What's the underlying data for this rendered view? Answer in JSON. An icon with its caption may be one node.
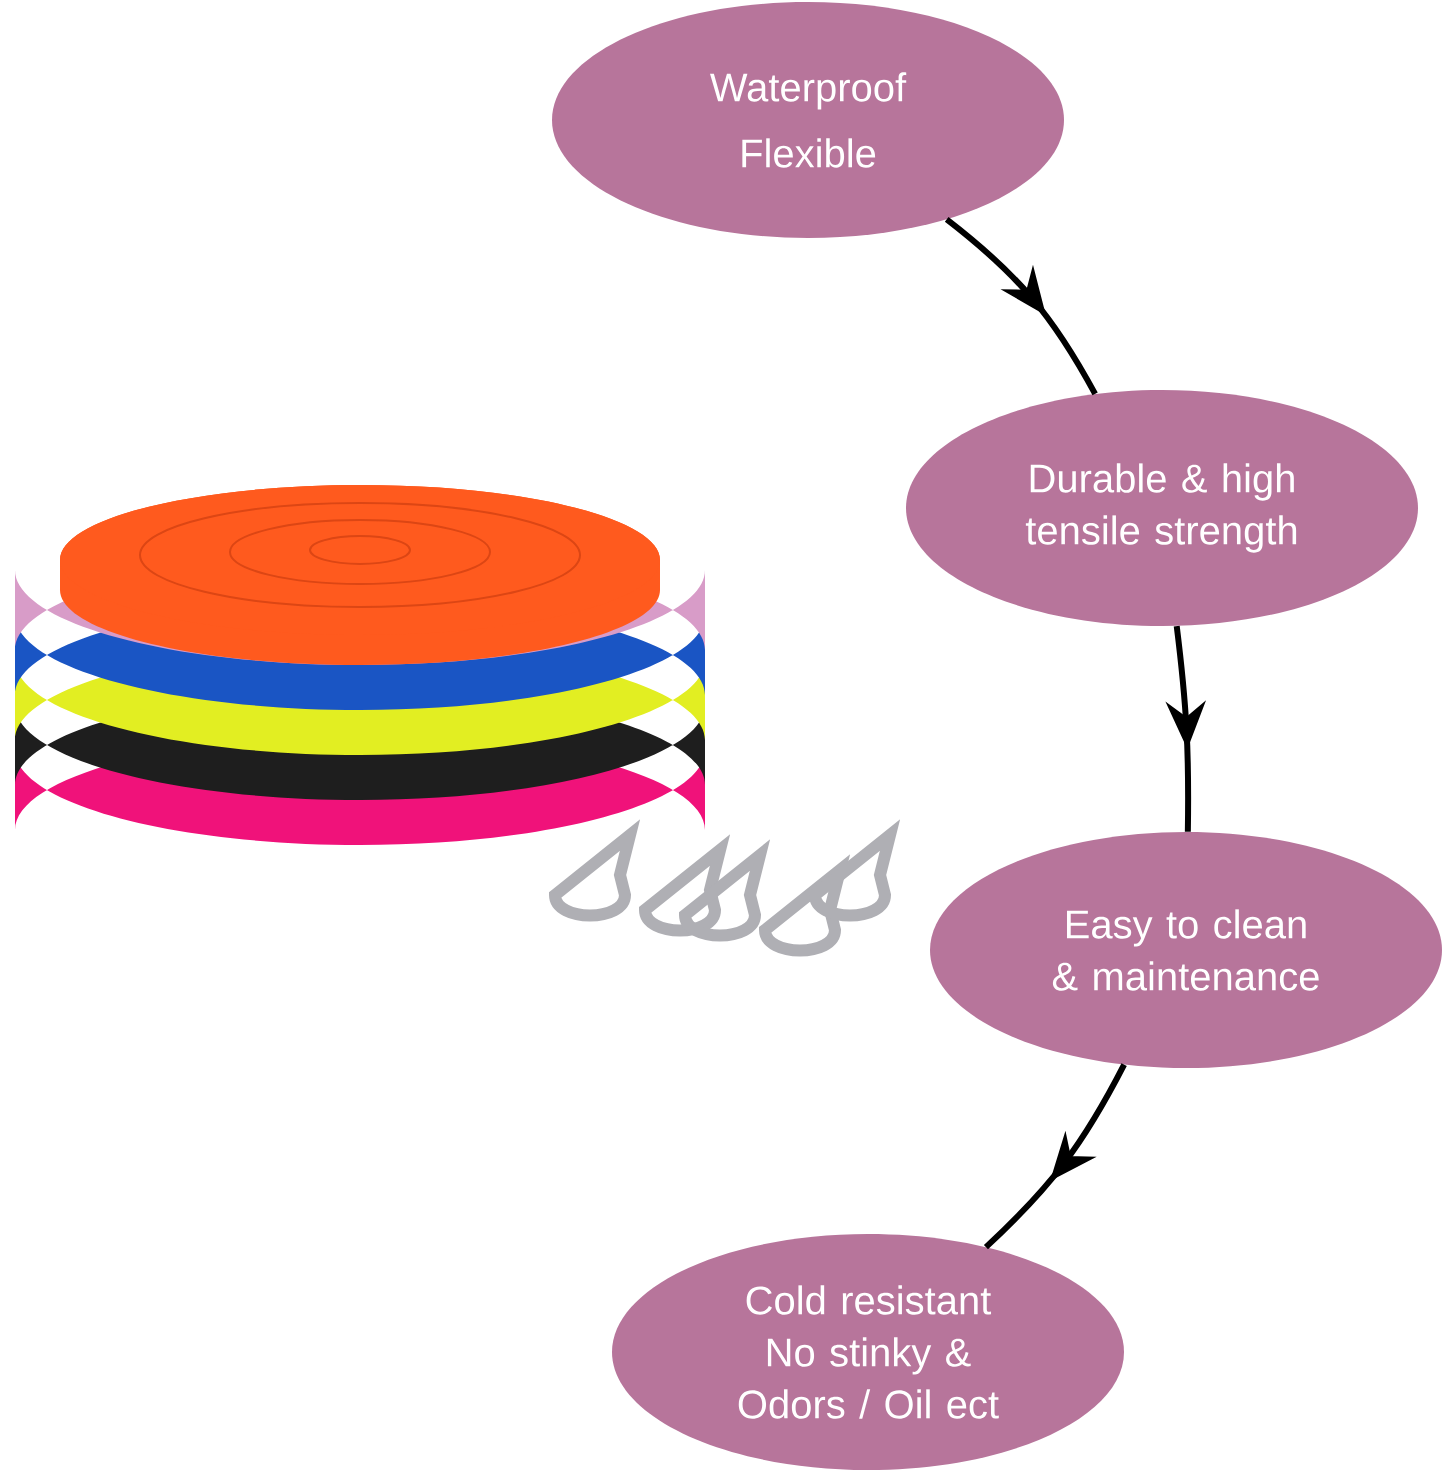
{
  "diagram": {
    "nodes": [
      {
        "text": [
          "Waterproof",
          "Flexible"
        ]
      },
      {
        "text": [
          "Durable & high tensile strength"
        ]
      },
      {
        "text": [
          "Easy to clean & maintenance"
        ]
      },
      {
        "text": [
          "Cold resistant",
          "No stinky & Odors / Oil ect"
        ]
      }
    ],
    "edges": [
      {
        "from": 0,
        "to": 1,
        "arrow": "to"
      },
      {
        "from": 1,
        "to": 2,
        "arrow": "to"
      },
      {
        "from": 2,
        "to": 3,
        "arrow": "to"
      }
    ]
  }
}
